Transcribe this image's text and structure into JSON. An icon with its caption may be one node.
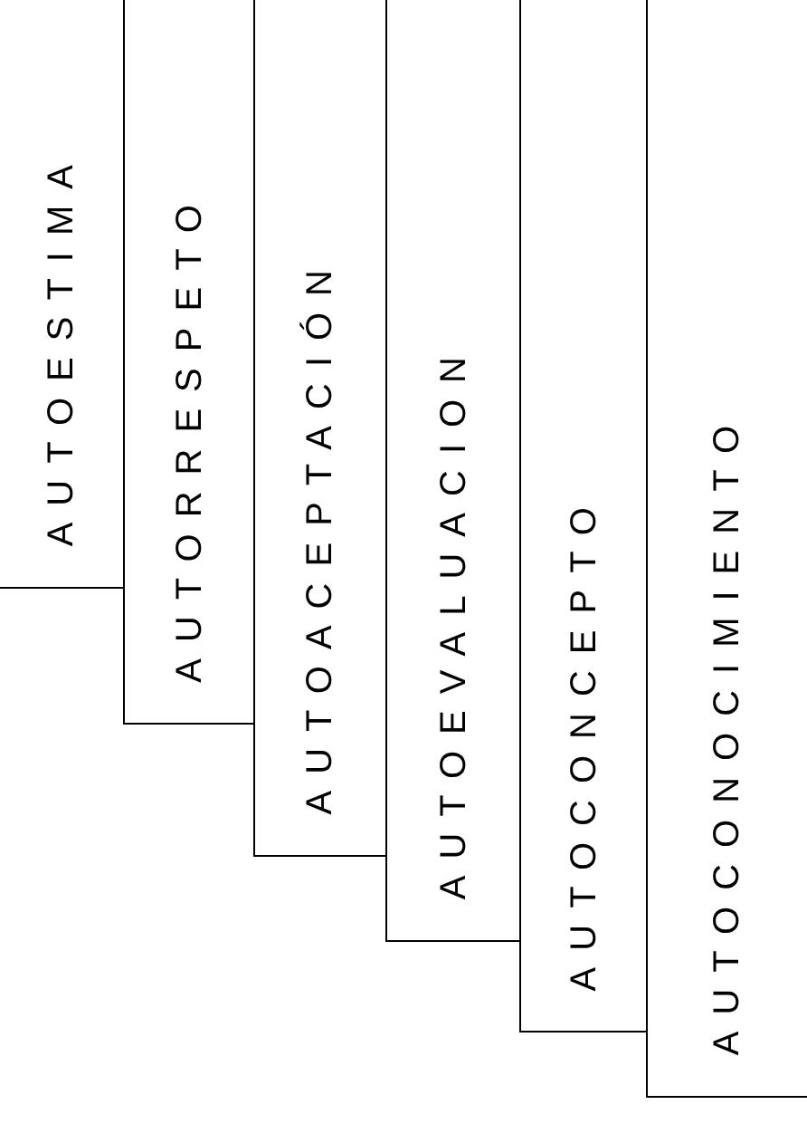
{
  "diagram": {
    "nodes": [
      {
        "text": [
          "AUTOESTIMA"
        ]
      },
      {
        "text": [
          "AUTORRESPETO"
        ]
      },
      {
        "text": [
          "AUTOACEPTACIÓN"
        ]
      },
      {
        "text": [
          "AUTOEVALUACION"
        ]
      },
      {
        "text": [
          "AUTOCONCEPTO"
        ]
      },
      {
        "text": [
          "AUTOCONOCIMIENTO"
        ]
      }
    ]
  }
}
